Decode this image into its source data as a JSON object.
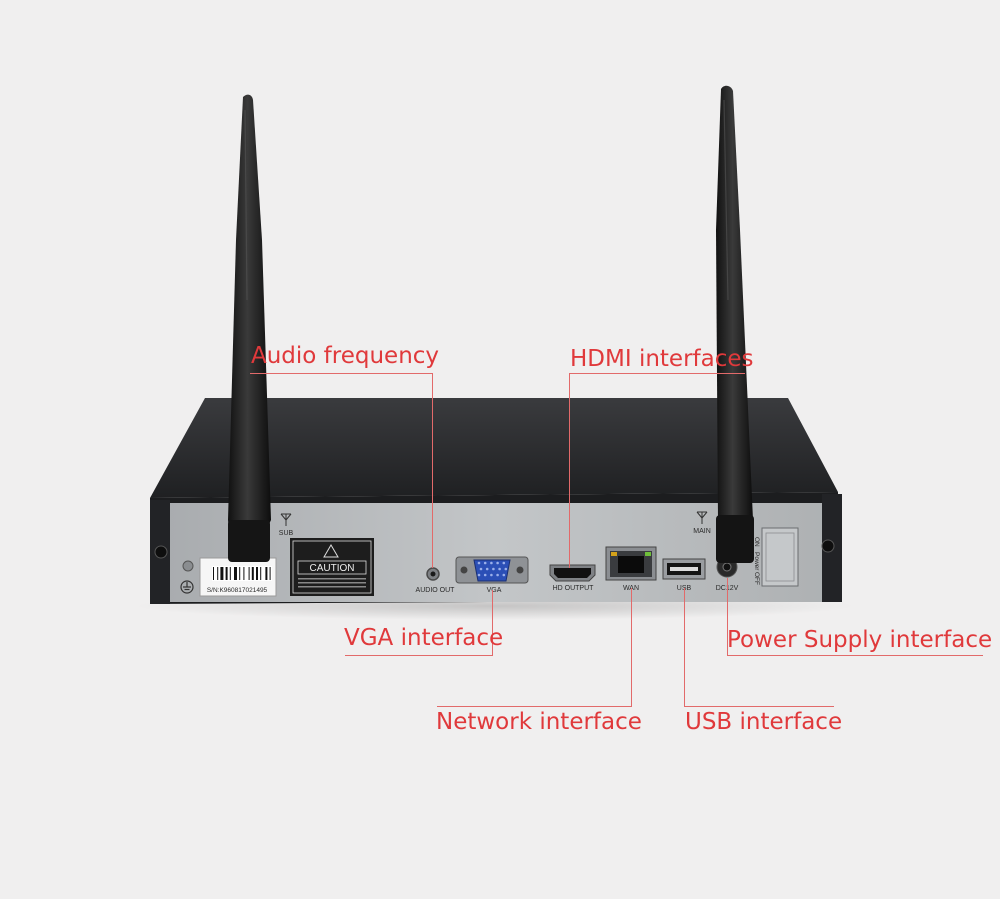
{
  "callouts": {
    "audio": "Audio frequency",
    "hdmi": "HDMI interfaces",
    "vga": "VGA interface",
    "power": "Power Supply interface",
    "network": "Network interface",
    "usb": "USB interface"
  },
  "panel_labels": {
    "sub": "SUB",
    "main": "MAIN",
    "caution": "CAUTION",
    "serial": "S/N:K960817021495",
    "audio_out": "AUDIO OUT",
    "vga": "VGA",
    "hd_output": "HD OUTPUT",
    "wan": "WAN",
    "usb": "USB",
    "dc12v": "DC12V",
    "on": "ON",
    "power": "Power",
    "off": "OFF"
  },
  "colors": {
    "accent": "#e0393b",
    "background": "#f0efef",
    "chassis": "#2b2b2d",
    "panel": "#b9bcbe"
  }
}
